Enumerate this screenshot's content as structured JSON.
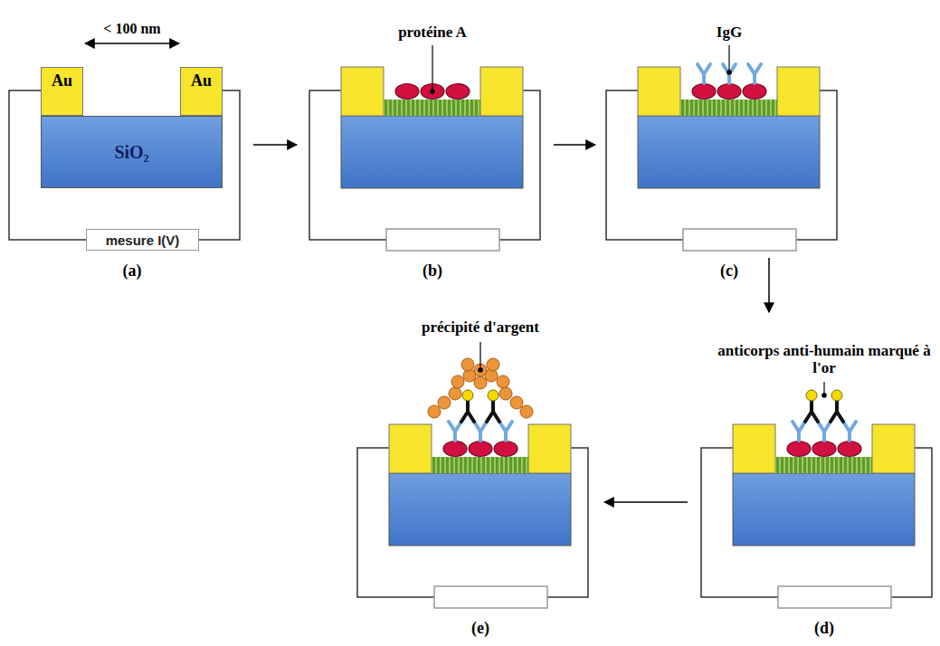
{
  "diagram": {
    "nodes": [
      {
        "text": [
          "Au"
        ]
      },
      {
        "text": [
          "Au"
        ]
      },
      {
        "text": [
          "SiO₂"
        ]
      },
      {
        "text": [
          "mesure I(V)"
        ]
      }
    ],
    "edges": [
      {
        "from": 0,
        "to": 3,
        "arrow": "none"
      },
      {
        "from": 3,
        "to": 1,
        "arrow": "none"
      }
    ],
    "labels": [
      "< 100 nm",
      "(a)",
      "protéine A",
      "(b)",
      "IgG",
      "(c)",
      "anticorps anti-humain marqué à l'or",
      "(d)",
      "précipité d'argent",
      "(e)"
    ]
  }
}
